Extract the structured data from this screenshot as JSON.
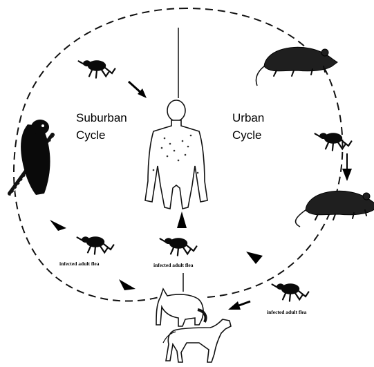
{
  "labels": {
    "suburban_line1": "Suburban",
    "suburban_line2": "Cycle",
    "urban_line1": "Urban",
    "urban_line2": "Cycle"
  },
  "flea_captions": {
    "left": "infected adult flea",
    "center": "infected adult flea",
    "bottom_right": "infected adult flea"
  },
  "icons": {
    "human": "human-figure-icon",
    "squirrel": "tree-squirrel-icon",
    "rat": "rat-icon",
    "flea": "flea-icon",
    "cat": "cat-icon",
    "dog": "dog-icon"
  },
  "colors": {
    "ink": "#000000",
    "background": "#ffffff"
  }
}
